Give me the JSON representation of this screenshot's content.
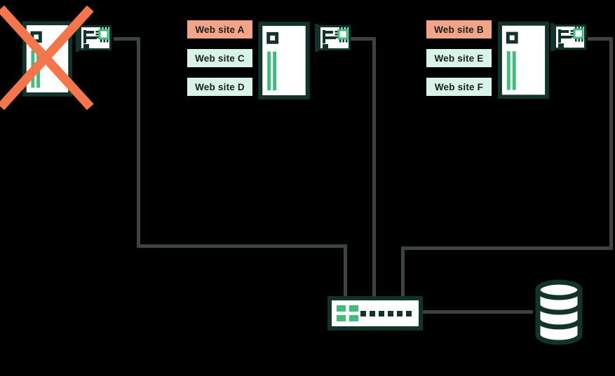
{
  "colors": {
    "background": "#000000",
    "outline_dark_teal": "#12332A",
    "accent_green": "#3EBD7D",
    "label_mint": "#D8F3E8",
    "label_salmon": "#F1A487",
    "failure_cross_orange": "#F5764A",
    "wire_gray": "#3D4243",
    "icon_fill_white": "#FFFFFF"
  },
  "servers": {
    "failed": {
      "icon": "server-icon",
      "cross_icon": "failure-cross-icon",
      "nic_icon": "network-card-icon",
      "sites": []
    },
    "server2": {
      "icon": "server-icon",
      "nic_icon": "network-card-icon",
      "sites": [
        {
          "label": "Web site A",
          "highlight": true
        },
        {
          "label": "Web site C",
          "highlight": false
        },
        {
          "label": "Web site D",
          "highlight": false
        }
      ]
    },
    "server3": {
      "icon": "server-icon",
      "nic_icon": "network-card-icon",
      "sites": [
        {
          "label": "Web site B",
          "highlight": true
        },
        {
          "label": "Web site E",
          "highlight": false
        },
        {
          "label": "Web site F",
          "highlight": false
        }
      ]
    }
  },
  "network": {
    "switch_icon": "network-switch-icon",
    "database_icon": "database-icon"
  }
}
